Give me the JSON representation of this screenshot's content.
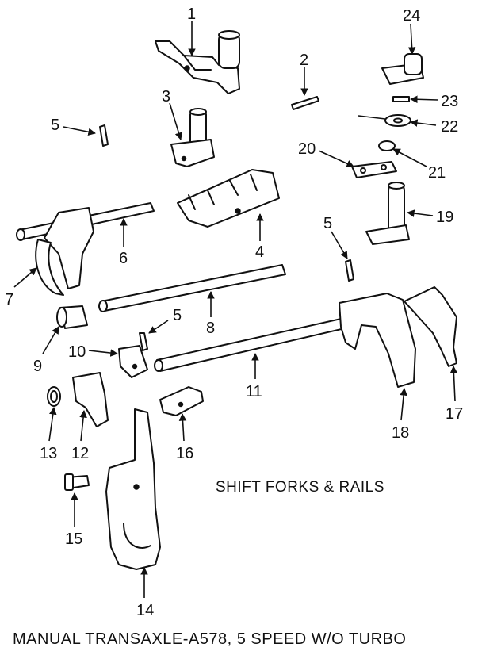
{
  "diagram": {
    "section_title": "SHIFT FORKS & RAILS",
    "caption": "MANUAL TRANSAXLE-A578, 5 SPEED W/O TURBO",
    "callouts": {
      "c1": "1",
      "c2": "2",
      "c3": "3",
      "c4": "4",
      "c5a": "5",
      "c5b": "5",
      "c5c": "5",
      "c6": "6",
      "c7": "7",
      "c8": "8",
      "c9": "9",
      "c10": "10",
      "c11": "11",
      "c12": "12",
      "c13": "13",
      "c14": "14",
      "c15": "15",
      "c16": "16",
      "c17": "17",
      "c18": "18",
      "c19": "19",
      "c20": "20",
      "c21": "21",
      "c22": "22",
      "c23": "23",
      "c24": "24"
    }
  }
}
